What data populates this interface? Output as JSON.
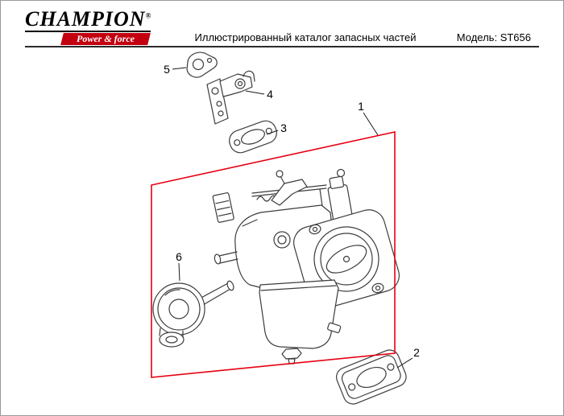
{
  "header": {
    "logo": {
      "brand": "CHAMPION",
      "registered_mark": "®",
      "tagline": "Power & force"
    },
    "title": "Иллюстрированный каталог запасных частей",
    "model_label": "Модель:",
    "model_value": "ST656"
  },
  "diagram": {
    "description": "Exploded parts drawing of carburetor assembly with numbered callouts",
    "callouts": [
      {
        "label": "1"
      },
      {
        "label": "2"
      },
      {
        "label": "3"
      },
      {
        "label": "4"
      },
      {
        "label": "5"
      },
      {
        "label": "6"
      }
    ]
  },
  "colors": {
    "highlight_red": "#e60012",
    "logo_red": "#c3000f",
    "line_dark": "#3c3c3c",
    "rule_dark": "#2b2b2b"
  }
}
